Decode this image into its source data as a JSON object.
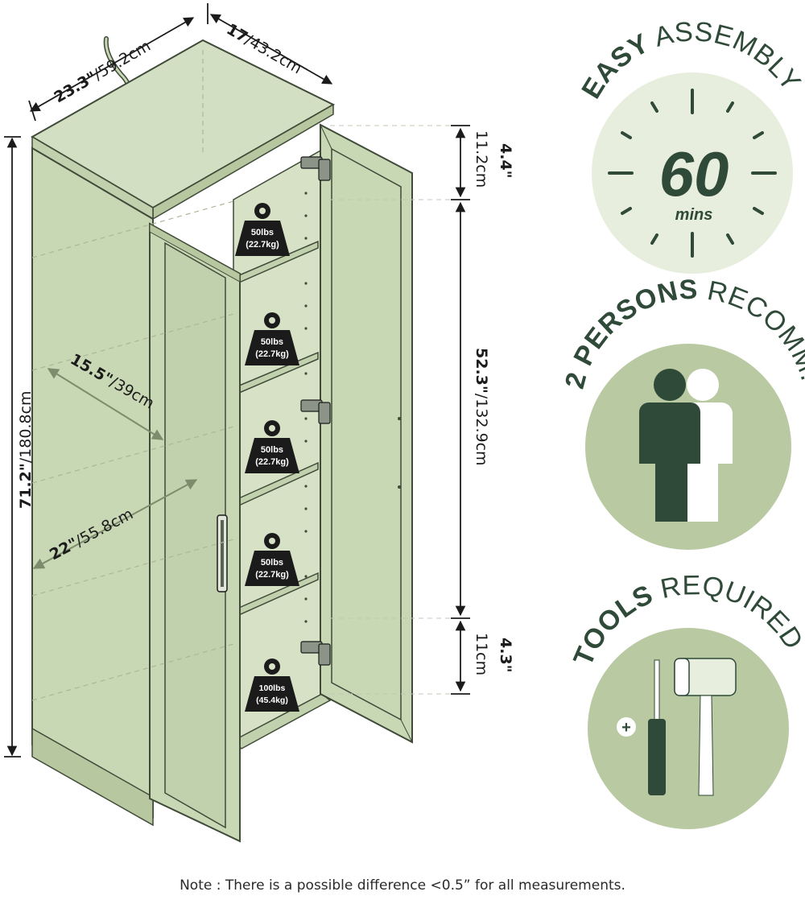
{
  "dimensions": {
    "total_width": "23.3\"",
    "total_width_cm": "/59.2cm",
    "depth": "17",
    "depth_cm": "/43.2cm",
    "total_height": "71.2\"",
    "total_height_cm": "/180.8cm",
    "top_gap": "4.4\"",
    "top_gap_cm": "11.2cm",
    "interior_height": "52.3\"",
    "interior_height_cm": "/132.9cm",
    "bottom_gap": "4.3\"",
    "bottom_gap_cm": "11cm",
    "shelf_depth": "15.5\"",
    "shelf_depth_cm": "/39cm",
    "interior_width": "22\"",
    "interior_width_cm": "/55.8cm"
  },
  "shelf_loads": [
    {
      "lbs": "50lbs",
      "kg": "(22.7kg)"
    },
    {
      "lbs": "50lbs",
      "kg": "(22.7kg)"
    },
    {
      "lbs": "50lbs",
      "kg": "(22.7kg)"
    },
    {
      "lbs": "50lbs",
      "kg": "(22.7kg)"
    },
    {
      "lbs": "100lbs",
      "kg": "(45.4kg)"
    }
  ],
  "badges": {
    "assembly": {
      "bold": "EASY",
      "rest": " ASSEMBLY",
      "value": "60",
      "unit": "mins"
    },
    "persons": {
      "bold": "2 PERSONS",
      "rest": " RECOMM."
    },
    "tools": {
      "bold": "TOOLS",
      "rest": " REQUIRED",
      "plus": "+"
    }
  },
  "note": "Note : There is a possible difference <0.5” for all measurements.",
  "colors": {
    "cabinet_face": "#c8d7b4",
    "cabinet_side": "#bccca6",
    "cabinet_inner": "#d3dfc2",
    "cabinet_edge": "#3f4a38",
    "badge_bg": "#e8eedd",
    "badge_mid": "#b9c9a2",
    "accent_dark": "#2f4a38"
  },
  "icons": [
    "hinge-icon",
    "weight-icon",
    "clock-tick-icon",
    "person-icon",
    "screwdriver-icon",
    "mallet-icon"
  ]
}
